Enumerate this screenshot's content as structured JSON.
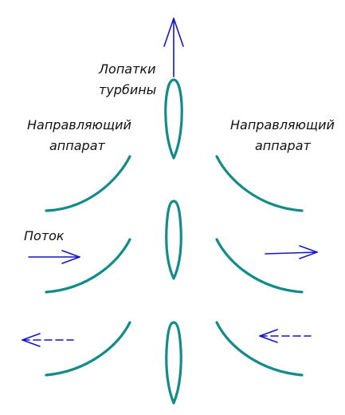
{
  "labels": {
    "blades_line1": "Лопатки",
    "blades_line2": "турбины",
    "guide_left_line1": "Направляющий",
    "guide_left_line2": "аппарат",
    "guide_right_line1": "Направляющий",
    "guide_right_line2": "аппарат",
    "flow": "Поток"
  },
  "colors": {
    "vane": "#138b8b",
    "blade": "#138b8b",
    "arrow": "#1515c8",
    "text": "#111111"
  }
}
